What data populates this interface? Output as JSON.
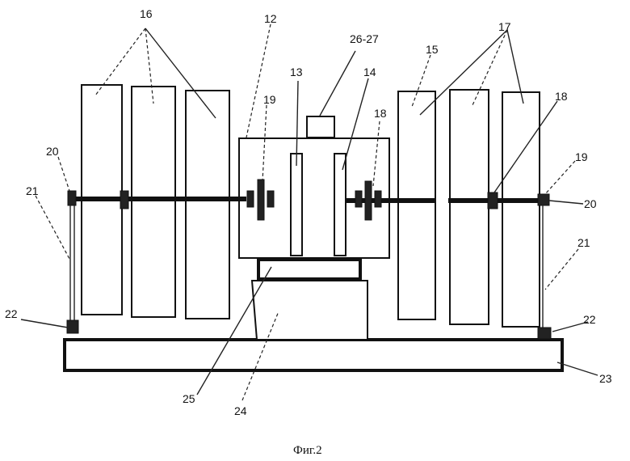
{
  "figure": {
    "caption": "Фиг.2",
    "labels": {
      "l16": "16",
      "l12": "12",
      "l2627": "26-27",
      "l15": "15",
      "l17": "17",
      "l13": "13",
      "l14": "14",
      "l19a": "19",
      "l18a": "18",
      "l18b": "18",
      "l19b": "19",
      "l20a": "20",
      "l20b": "20",
      "l21a": "21",
      "l21b": "21",
      "l22a": "22",
      "l22b": "22",
      "l23": "23",
      "l24": "24",
      "l25": "25"
    }
  }
}
